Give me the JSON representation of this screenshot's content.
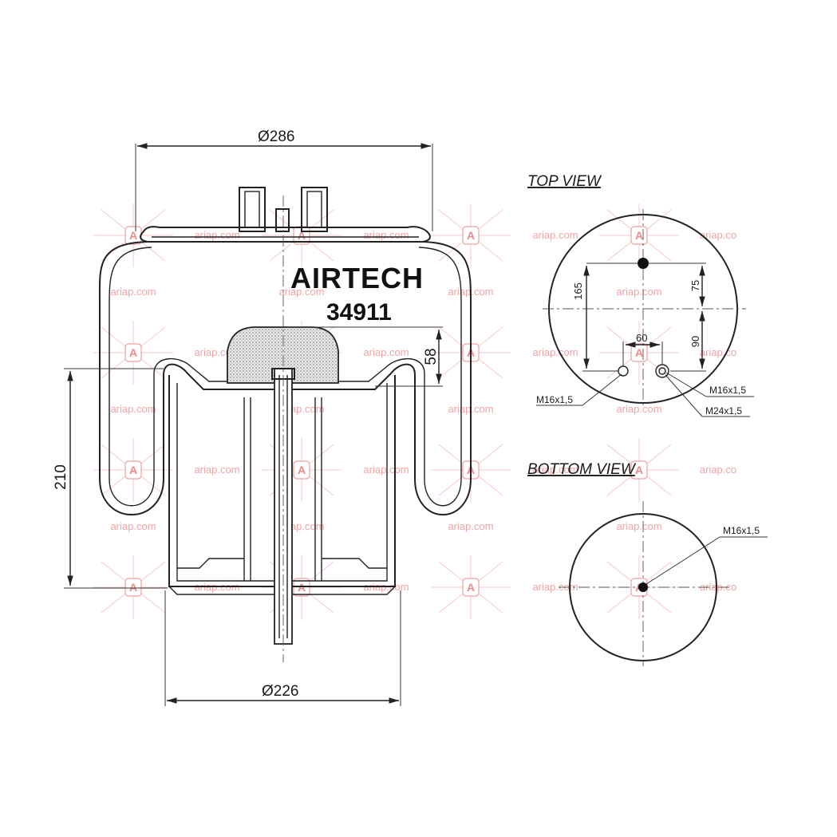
{
  "side_view": {
    "top_diameter": "Ø286",
    "bottom_diameter": "Ø226",
    "height": "210",
    "piston_height": "58",
    "brand": "AIRTECH",
    "part_number": "34911"
  },
  "top_view": {
    "title": "TOP VIEW",
    "dim_165": "165",
    "dim_75": "75",
    "dim_60": "60",
    "dim_90": "90",
    "thread_left": "M16x1,5",
    "thread_right": "M16x1,5",
    "thread_air": "M24x1,5"
  },
  "bottom_view": {
    "title": "BOTTOM VIEW",
    "thread": "M16x1,5"
  },
  "watermark": {
    "text": "ariap.com",
    "text_short": "ariap.co",
    "badge": "A"
  },
  "colors": {
    "line": "#222222",
    "watermark": "#f2a3a3"
  }
}
